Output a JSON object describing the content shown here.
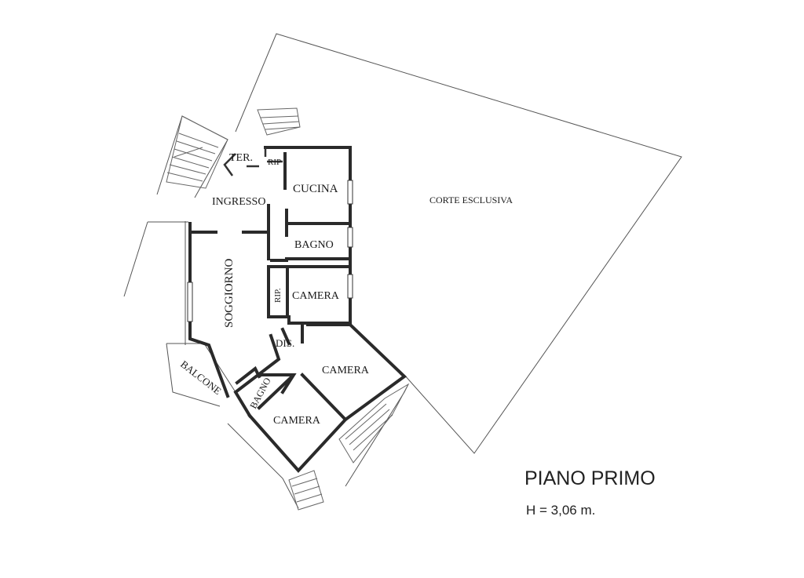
{
  "rooms": {
    "ter": "TER.",
    "rip_top": "RIP",
    "cucina": "CUCINA",
    "ingresso": "INGRESSO",
    "corte": "CORTE ESCLUSIVA",
    "bagno_top": "BAGNO",
    "soggiorno": "SOGGIORNO",
    "rip_mid": "RIP.",
    "camera_1": "CAMERA",
    "dis": "DIS.",
    "camera_2": "CAMERA",
    "balcone": "BALCONE",
    "bagno_bottom": "BAGNO",
    "camera_3": "CAMERA"
  },
  "title": {
    "floor": "PIANO PRIMO",
    "height": "H = 3,06 m."
  },
  "colors": {
    "wall": "#2a2a2a",
    "line": "#555555",
    "text": "#1a1a1a"
  }
}
